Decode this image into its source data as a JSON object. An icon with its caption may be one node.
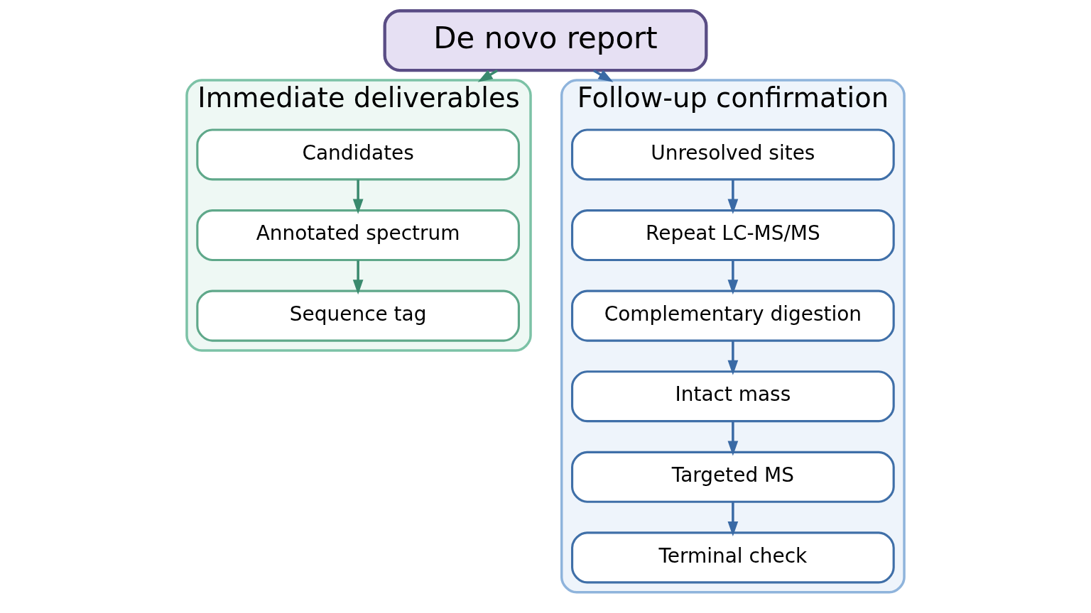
{
  "diagram": {
    "nodes": [
      {
        "text": [
          "De novo report"
        ]
      },
      {
        "text": [
          "Immediate deliverables"
        ]
      },
      {
        "text": [
          "Candidates"
        ],
        "in": 1
      },
      {
        "text": [
          "Annotated spectrum"
        ],
        "in": 1
      },
      {
        "text": [
          "Sequence tag"
        ],
        "in": 1
      },
      {
        "text": [
          "Follow-up confirmation"
        ]
      },
      {
        "text": [
          "Unresolved sites"
        ],
        "in": 5
      },
      {
        "text": [
          "Repeat LC-MS/MS"
        ],
        "in": 5
      },
      {
        "text": [
          "Complementary digestion"
        ],
        "in": 5
      },
      {
        "text": [
          "Intact mass"
        ],
        "in": 5
      },
      {
        "text": [
          "Targeted MS"
        ],
        "in": 5
      },
      {
        "text": [
          "Terminal check"
        ],
        "in": 5
      }
    ],
    "edges": [
      {
        "from": 0,
        "to": 1,
        "arrow": "to",
        "color": "#3a8a6e"
      },
      {
        "from": 0,
        "to": 5,
        "arrow": "to"
      },
      {
        "from": 2,
        "to": 3,
        "arrow": "to",
        "color": "#3a8a6e"
      },
      {
        "from": 3,
        "to": 4,
        "arrow": "to",
        "color": "#3a8a6e"
      },
      {
        "from": 6,
        "to": 7,
        "arrow": "to"
      },
      {
        "from": 7,
        "to": 8,
        "arrow": "to"
      },
      {
        "from": 8,
        "to": 9,
        "arrow": "to"
      },
      {
        "from": 9,
        "to": 10,
        "arrow": "to"
      },
      {
        "from": 10,
        "to": 11,
        "arrow": "to"
      }
    ]
  }
}
